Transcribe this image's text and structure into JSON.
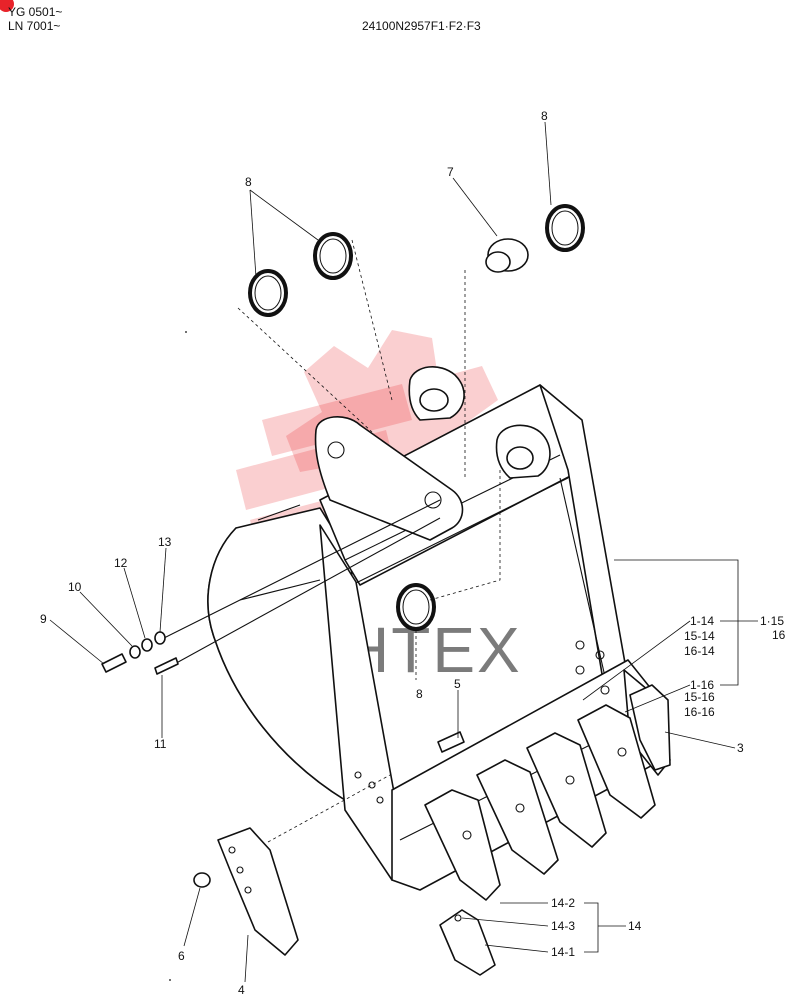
{
  "header": {
    "serial_line1": "YG 0501~",
    "serial_line2": "LN 7001~",
    "drawing_number": "24100N2957F1·F2·F3"
  },
  "watermark": {
    "text": "ИНТЕХ",
    "color": "#e8232a"
  },
  "callouts": {
    "c8a": "8",
    "c8b": "8",
    "c8c": "8",
    "c7": "7",
    "c13": "13",
    "c12": "12",
    "c10": "10",
    "c9": "9",
    "c11": "11",
    "c5": "5",
    "c6": "6",
    "c4": "4",
    "c3": "3",
    "c1_14": "1-14",
    "c15_14": "15-14",
    "c16_14": "16-14",
    "c1_15": "1·15",
    "c16": "16",
    "c1_16": "1-16",
    "c15_16": "15-16",
    "c16_16": "16-16",
    "c14_2": "14-2",
    "c14_3": "14-3",
    "c14_1": "14-1",
    "c14": "14"
  }
}
